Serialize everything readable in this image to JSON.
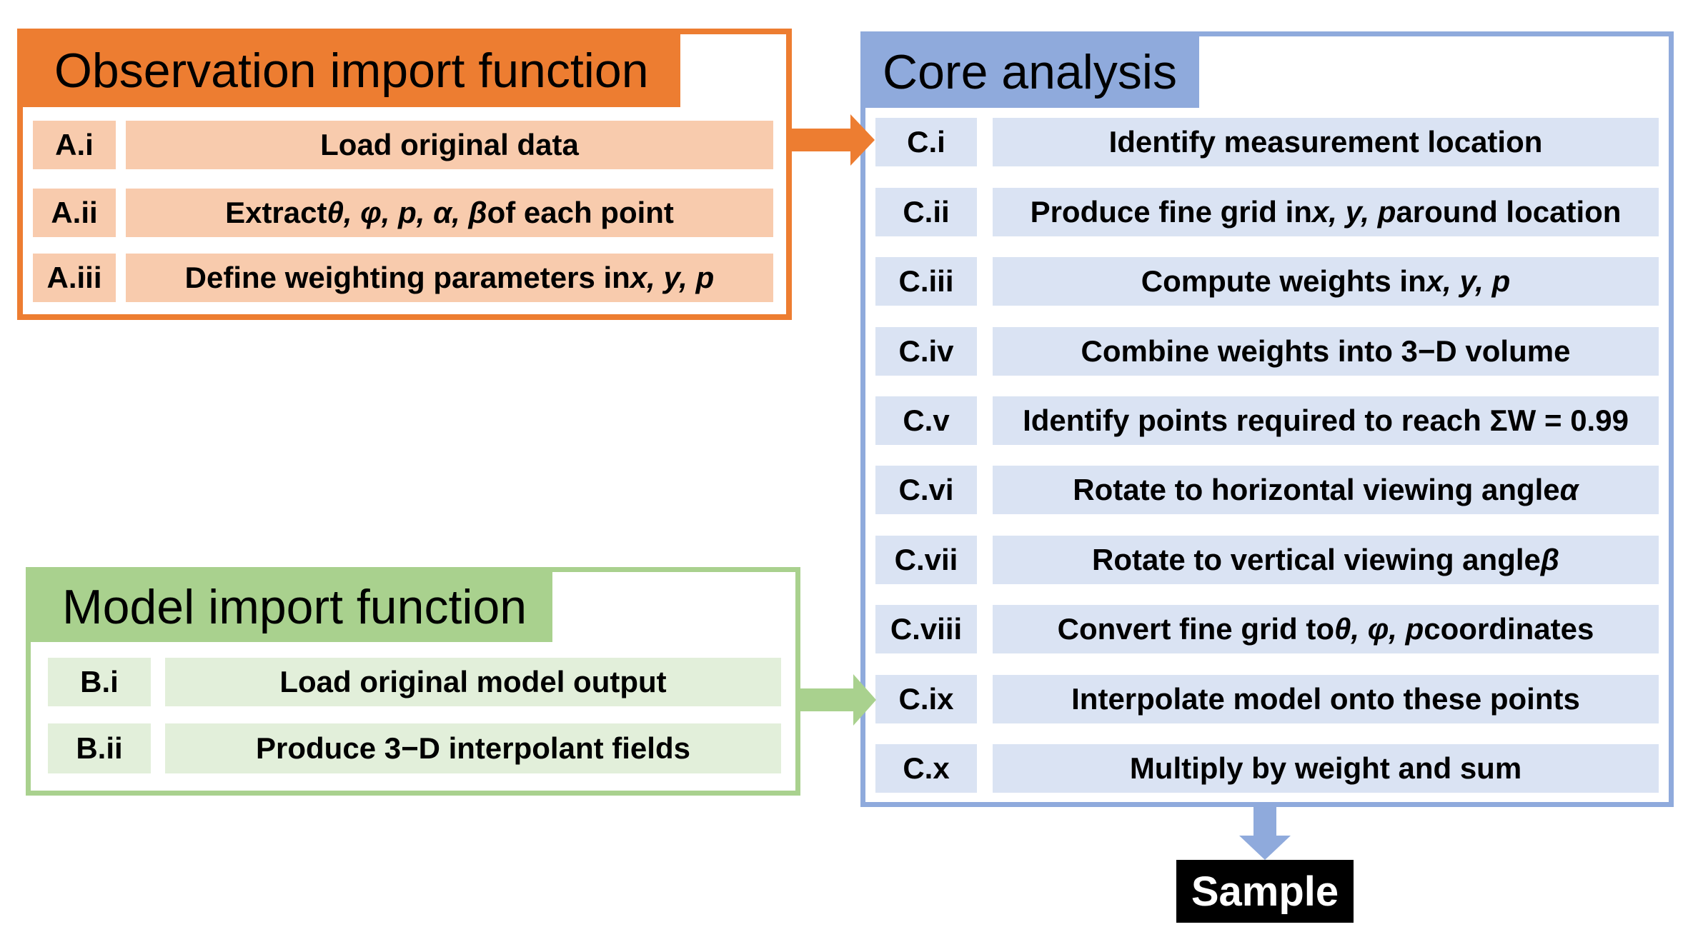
{
  "observation_panel": {
    "title": "Observation import function",
    "steps": [
      {
        "id": "A.i",
        "parts": [
          {
            "t": "Load original data"
          }
        ]
      },
      {
        "id": "A.ii",
        "parts": [
          {
            "t": "Extract "
          },
          {
            "t": "θ, φ, p, α, β",
            "i": true
          },
          {
            "t": " of each point"
          }
        ]
      },
      {
        "id": "A.iii",
        "parts": [
          {
            "t": "Define weighting parameters in "
          },
          {
            "t": "x, y, p",
            "i": true
          }
        ]
      }
    ]
  },
  "model_panel": {
    "title": "Model import function",
    "steps": [
      {
        "id": "B.i",
        "parts": [
          {
            "t": "Load original model output"
          }
        ]
      },
      {
        "id": "B.ii",
        "parts": [
          {
            "t": "Produce 3−D interpolant fields"
          }
        ]
      }
    ]
  },
  "core_panel": {
    "title": "Core analysis",
    "steps": [
      {
        "id": "C.i",
        "parts": [
          {
            "t": "Identify measurement location"
          }
        ]
      },
      {
        "id": "C.ii",
        "parts": [
          {
            "t": "Produce fine grid in "
          },
          {
            "t": "x, y, p",
            "i": true
          },
          {
            "t": " around location"
          }
        ]
      },
      {
        "id": "C.iii",
        "parts": [
          {
            "t": "Compute weights in "
          },
          {
            "t": "x, y, p",
            "i": true
          }
        ]
      },
      {
        "id": "C.iv",
        "parts": [
          {
            "t": "Combine weights into 3−D volume"
          }
        ]
      },
      {
        "id": "C.v",
        "parts": [
          {
            "t": "Identify points required to reach ΣW = 0.99"
          }
        ]
      },
      {
        "id": "C.vi",
        "parts": [
          {
            "t": "Rotate to horizontal viewing angle "
          },
          {
            "t": "α",
            "i": true
          }
        ]
      },
      {
        "id": "C.vii",
        "parts": [
          {
            "t": "Rotate to vertical viewing angle "
          },
          {
            "t": "β",
            "i": true
          }
        ]
      },
      {
        "id": "C.viii",
        "parts": [
          {
            "t": "Convert fine grid to "
          },
          {
            "t": "θ, φ, p",
            "i": true
          },
          {
            "t": " coordinates"
          }
        ]
      },
      {
        "id": "C.ix",
        "parts": [
          {
            "t": "Interpolate model onto these points"
          }
        ]
      },
      {
        "id": "C.x",
        "parts": [
          {
            "t": "Multiply by weight and sum"
          }
        ]
      }
    ]
  },
  "output": {
    "label": "Sample"
  },
  "colors": {
    "observation": "#ed7d31",
    "observation_cell": "#f8cbad",
    "model": "#a9d18e",
    "model_cell": "#e2efda",
    "core": "#8faadc",
    "core_cell": "#dae3f3"
  }
}
